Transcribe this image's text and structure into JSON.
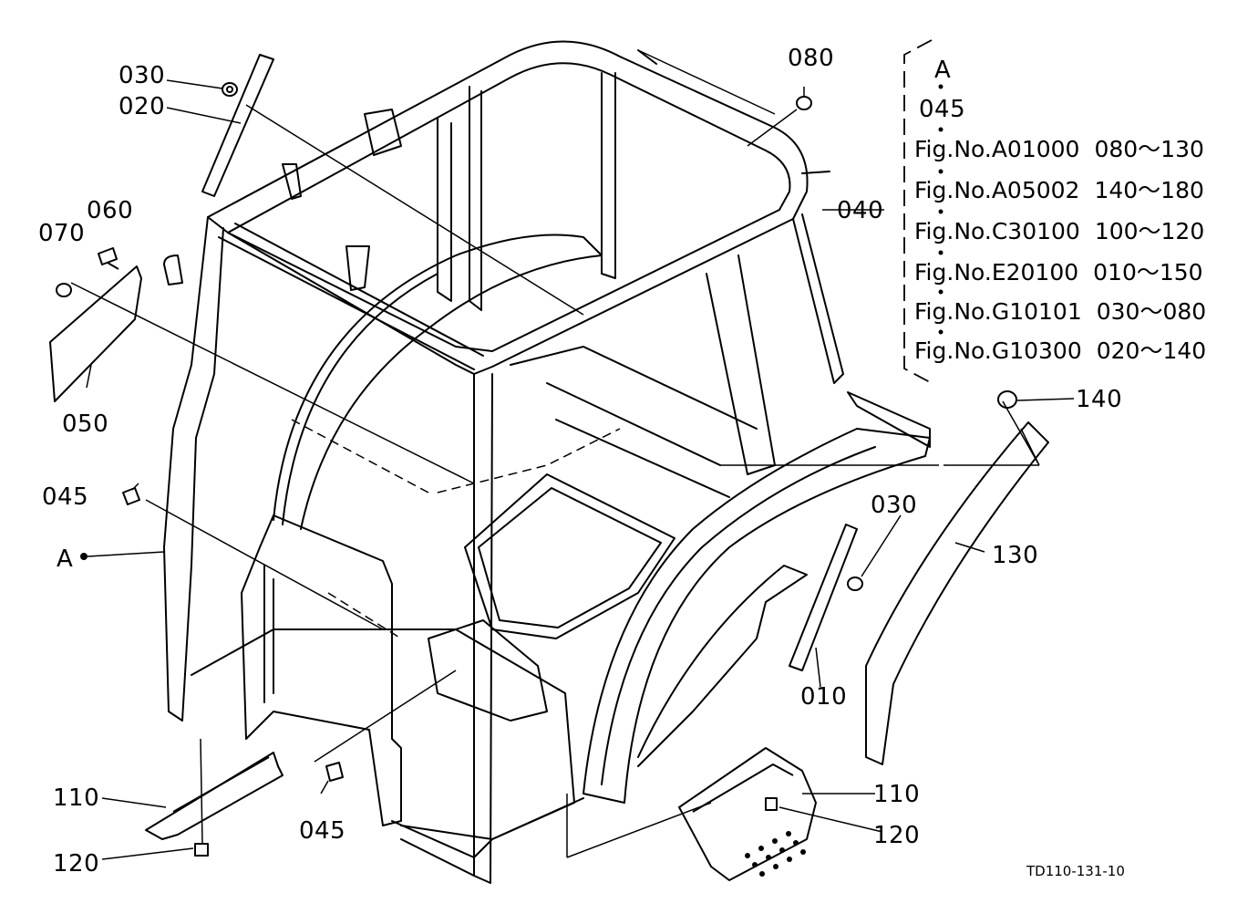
{
  "callouts": [
    {
      "id": "030a",
      "text": "030"
    },
    {
      "id": "020",
      "text": "020"
    },
    {
      "id": "060",
      "text": "060"
    },
    {
      "id": "070",
      "text": "070"
    },
    {
      "id": "050",
      "text": "050"
    },
    {
      "id": "045a",
      "text": "045"
    },
    {
      "id": "A",
      "text": "A"
    },
    {
      "id": "110a",
      "text": "110"
    },
    {
      "id": "120a",
      "text": "120"
    },
    {
      "id": "045b",
      "text": "045"
    },
    {
      "id": "080",
      "text": "080"
    },
    {
      "id": "040",
      "text": "040"
    },
    {
      "id": "140",
      "text": "140"
    },
    {
      "id": "030b",
      "text": "030"
    },
    {
      "id": "130",
      "text": "130"
    },
    {
      "id": "010",
      "text": "010"
    },
    {
      "id": "110b",
      "text": "110"
    },
    {
      "id": "120b",
      "text": "120"
    }
  ],
  "reference_box": {
    "header_letter": "A",
    "header_part": "045",
    "rows": [
      {
        "fig": "Fig.No.A01000",
        "range": "080～130"
      },
      {
        "fig": "Fig.No.A05002",
        "range": "140～180"
      },
      {
        "fig": "Fig.No.C30100",
        "range": "100～120"
      },
      {
        "fig": "Fig.No.E20100",
        "range": "010～150"
      },
      {
        "fig": "Fig.No.G10101",
        "range": "030～080"
      },
      {
        "fig": "Fig.No.G10300",
        "range": "020～140"
      }
    ]
  },
  "drawing_code": "TD110-131-10"
}
